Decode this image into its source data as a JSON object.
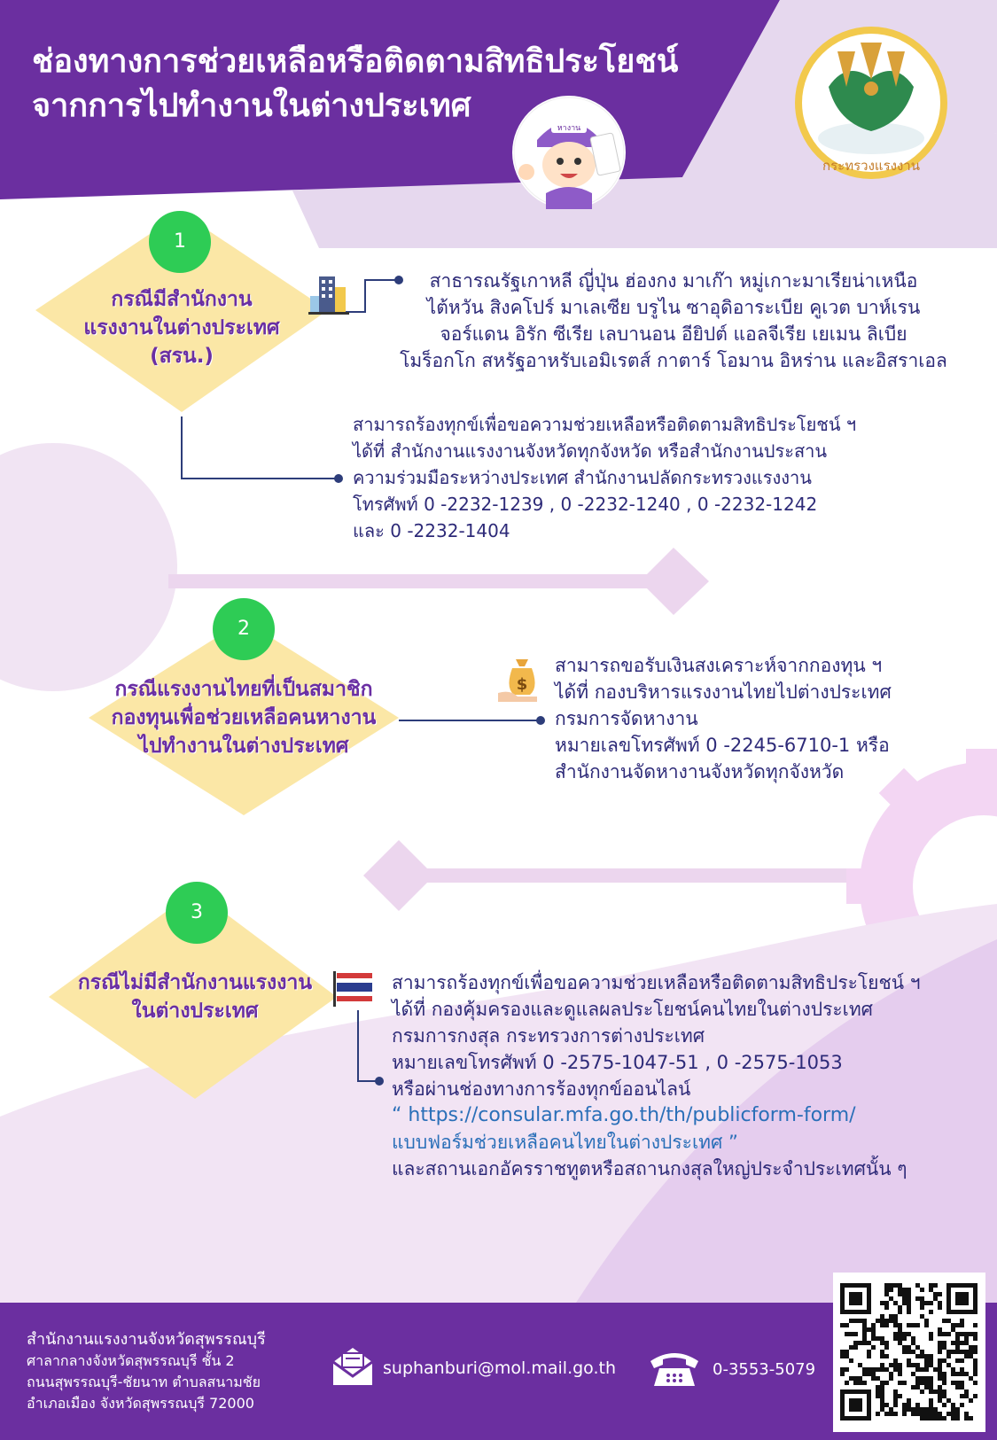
{
  "header": {
    "title_line1": "ช่องทางการช่วยเหลือหรือติดตามสิทธิประโยชน์",
    "title_line2": "จากการไปทำงานในต่างประเทศ",
    "cap_text": "หางาน",
    "ministry_seal_text": "กระทรวงแรงงาน"
  },
  "case1": {
    "number": "1",
    "label_lines": [
      "กรณีมีสำนักงาน",
      "แรงงานในต่างประเทศ",
      "(สรน.)"
    ],
    "countries_lines": [
      "สาธารณรัฐเกาหลี ญี่ปุ่น ฮ่องกง มาเก๊า หมู่เกาะมาเรียน่าเหนือ",
      "ไต้หวัน สิงคโปร์ มาเลเซีย บรูไน ซาอุดิอาระเบีย คูเวต บาห์เรน",
      "จอร์แดน อิรัก ซีเรีย เลบานอน อียิปต์ แอลจีเรีย เยเมน ลิเบีย",
      "โมร็อกโก สหรัฐอาหรับเอมิเรตส์ กาตาร์ โอมาน อิหร่าน และอิสราเอล"
    ],
    "contact_lines": [
      "สามารถร้องทุกข์เพื่อขอความช่วยเหลือหรือติดตามสิทธิประโยชน์ ฯ",
      "ได้ที่ สำนักงานแรงงานจังหวัดทุกจังหวัด หรือสำนักงานประสาน",
      "ความร่วมมือระหว่างประเทศ สำนักงานปลัดกระทรวงแรงงาน",
      "โทรศัพท์ 0 -2232-1239 , 0 -2232-1240 , 0 -2232-1242",
      "และ 0 -2232-1404"
    ]
  },
  "case2": {
    "number": "2",
    "label_lines": [
      "กรณีแรงงานไทยที่เป็นสมาชิก",
      "กองทุนเพื่อช่วยเหลือคนหางาน",
      "ไปทำงานในต่างประเทศ"
    ],
    "money_bag_symbol": "$",
    "contact_lines": [
      "สามารถขอรับเงินสงเคราะห์จากกองทุน ฯ",
      "ได้ที่ กองบริหารแรงงานไทยไปต่างประเทศ",
      "กรมการจัดหางาน",
      "หมายเลขโทรศัพท์ 0 -2245-6710-1 หรือ",
      "สำนักงานจัดหางานจังหวัดทุกจังหวัด"
    ]
  },
  "case3": {
    "number": "3",
    "label_lines": [
      "กรณีไม่มีสำนักงานแรงงาน",
      "ในต่างประเทศ"
    ],
    "contact_lines": [
      "สามารถร้องทุกข์เพื่อขอความช่วยเหลือหรือติดตามสิทธิประโยชน์ ฯ",
      "ได้ที่ กองคุ้มครองและดูแลผลประโยชน์คนไทยในต่างประเทศ",
      "กรมการกงสุล กระทรวงการต่างประเทศ",
      "หมายเลขโทรศัพท์ 0 -2575-1047-51 , 0 -2575-1053",
      "หรือผ่านช่องทางการร้องทุกข์ออนไลน์"
    ],
    "link_line1": "“ https://consular.mfa.go.th/th/publicform-form/",
    "link_line2": "แบบฟอร์มช่วยเหลือคนไทยในต่างประเทศ ”",
    "last_line": "และสถานเอกอัครราชทูตหรือสถานกงสุลใหญ่ประจำประเทศนั้น ๆ"
  },
  "footer": {
    "office_name": "สำนักงานแรงงานจังหวัดสุพรรณบุรี",
    "address_lines": [
      "ศาลากลางจังหวัดสุพรรณบุรี ชั้น 2",
      "ถนนสุพรรณบุรี-ชัยนาท ตำบลสนามชัย",
      "อำเภอเมือง  จังหวัดสุพรรณบุรี 72000"
    ],
    "email": "suphanburi@mol.mail.go.th",
    "phone": "0-3553-5079"
  },
  "colors": {
    "header_purple": "#6b2fa0",
    "footer_purple": "#6b2fa0",
    "diamond_yellow": "#fbe7a6",
    "number_green": "#2ecc55",
    "text_navy": "#2d2a78",
    "label_purple": "#6a2fa3",
    "link_blue": "#2a6fb8",
    "decor_lilac": "#e8d8ef"
  },
  "icons": [
    "building-icon",
    "money-bag-icon",
    "thai-flag-icon",
    "mail-icon",
    "telephone-icon",
    "qr-code-icon",
    "mascot-icon",
    "ministry-seal-icon"
  ]
}
